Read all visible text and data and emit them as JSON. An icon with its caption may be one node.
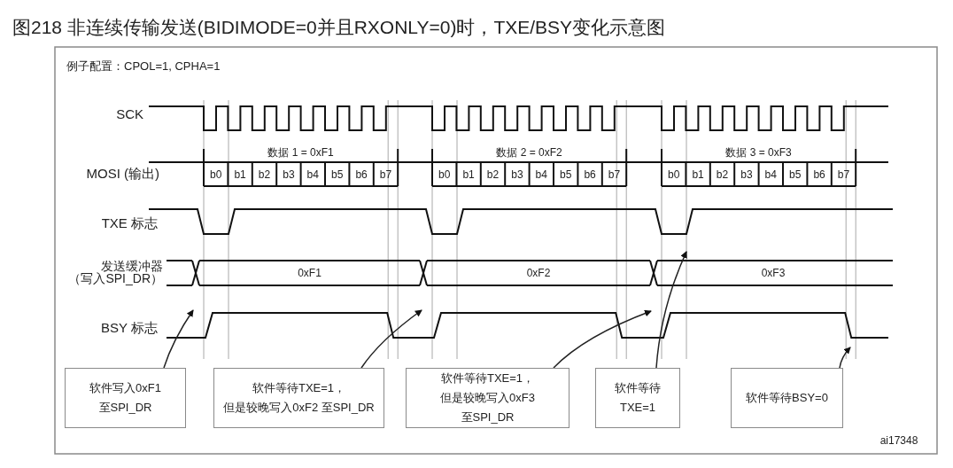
{
  "diagram": {
    "title": "图218 非连续传输发送(BIDIMODE=0并且RXONLY=0)时，TXE/BSY变化示意图",
    "nodes": [
      {
        "text": [
          "软件写入0xF1 至SPI_DR"
        ]
      },
      {
        "text": [
          "软件等待TXE=1，但是较晚写入0xF2 至SPI_DR"
        ]
      },
      {
        "text": [
          "软件等待TXE=1，但是较晚写入0xF3 至SPI_DR"
        ]
      },
      {
        "text": [
          "软件等待 TXE=1"
        ]
      },
      {
        "text": [
          "软件等待BSY=0"
        ]
      },
      {
        "text": [],
        "shape": "waveform"
      },
      {
        "text": [],
        "shape": "waveform"
      }
    ],
    "edges": [
      {
        "from": 0,
        "to": 6,
        "arrow": "to"
      },
      {
        "from": 1,
        "to": 6,
        "arrow": "to"
      },
      {
        "from": 2,
        "to": 6,
        "arrow": "to"
      },
      {
        "from": 3,
        "to": 5,
        "arrow": "to"
      },
      {
        "from": 4,
        "to": 6,
        "arrow": "to"
      }
    ],
    "labels": [
      "例子配置：CPOL=1, CPHA=1",
      "SCK",
      "数据 1 = 0xF1",
      "数据 2 = 0xF2",
      "数据 3 = 0xF3",
      "MOSI (输出)",
      "b0",
      "b1",
      "b2",
      "b3",
      "b4",
      "b5",
      "b6",
      "b7",
      "b0",
      "b1",
      "b2",
      "b3",
      "b4",
      "b5",
      "b6",
      "b7",
      "b0",
      "b1",
      "b2",
      "b3",
      "b4",
      "b5",
      "b6",
      "b7",
      "TXE 标志",
      "发送缓冲器（写入SPI_DR）",
      "0xF1",
      "0xF2",
      "0xF3",
      "BSY 标志",
      "ai17348"
    ]
  }
}
